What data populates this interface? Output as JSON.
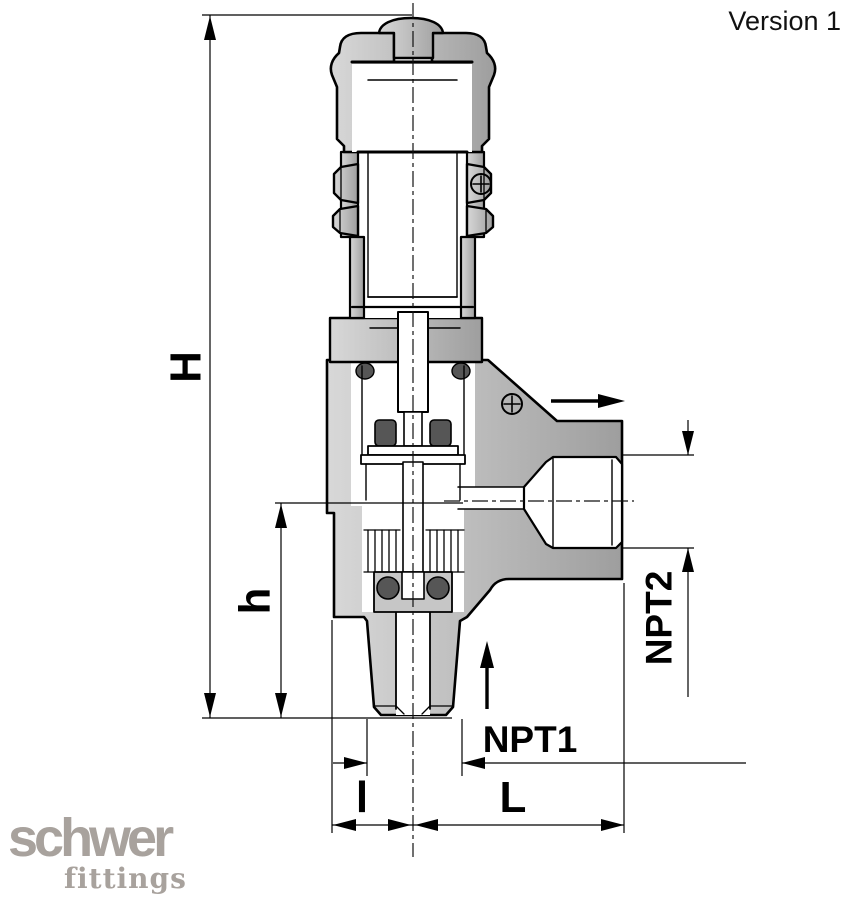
{
  "page": {
    "version_label": "Version 1"
  },
  "drawing": {
    "type": "technical-cross-section",
    "subject": "angle-pattern safety relief valve, sectional view with dimension lines",
    "dimension_labels": {
      "height_total": "H",
      "height_body": "h",
      "inlet_offset": "l",
      "outlet_length": "L",
      "inlet_thread": "NPT1",
      "outlet_thread": "NPT2"
    },
    "flow": {
      "inlet": "bottom port, upward arrow",
      "outlet": "right port, rightward arrow"
    },
    "colors": {
      "body_gray": "#bcbcbc",
      "body_gray_light": "#d8d8d8",
      "body_gray_dark": "#9e9e9e",
      "seal_dark": "#565656",
      "line_black": "#000000",
      "logo_gray": "#a8a29d"
    }
  },
  "logo": {
    "brand": "schwer",
    "sub": "fittings"
  }
}
